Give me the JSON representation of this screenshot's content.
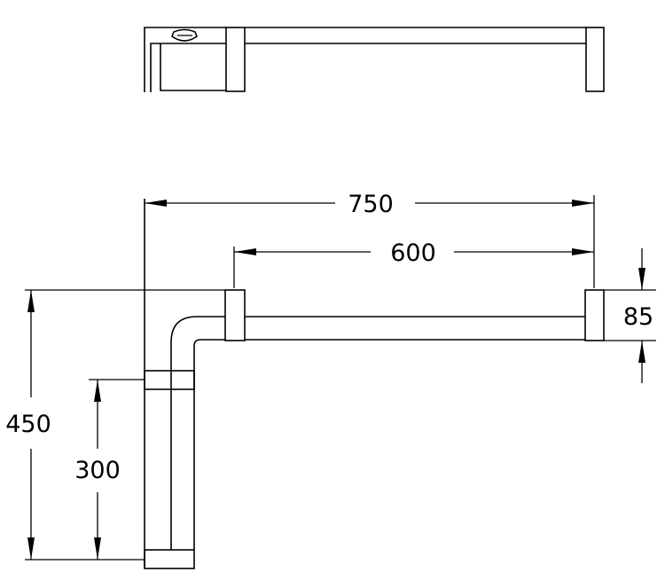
{
  "dimensions": {
    "overall_width": "750",
    "bar_length": "600",
    "bar_projection": "85",
    "overall_height": "450",
    "lower_height": "300"
  },
  "colors": {
    "line": "#000000",
    "background": "#ffffff"
  }
}
